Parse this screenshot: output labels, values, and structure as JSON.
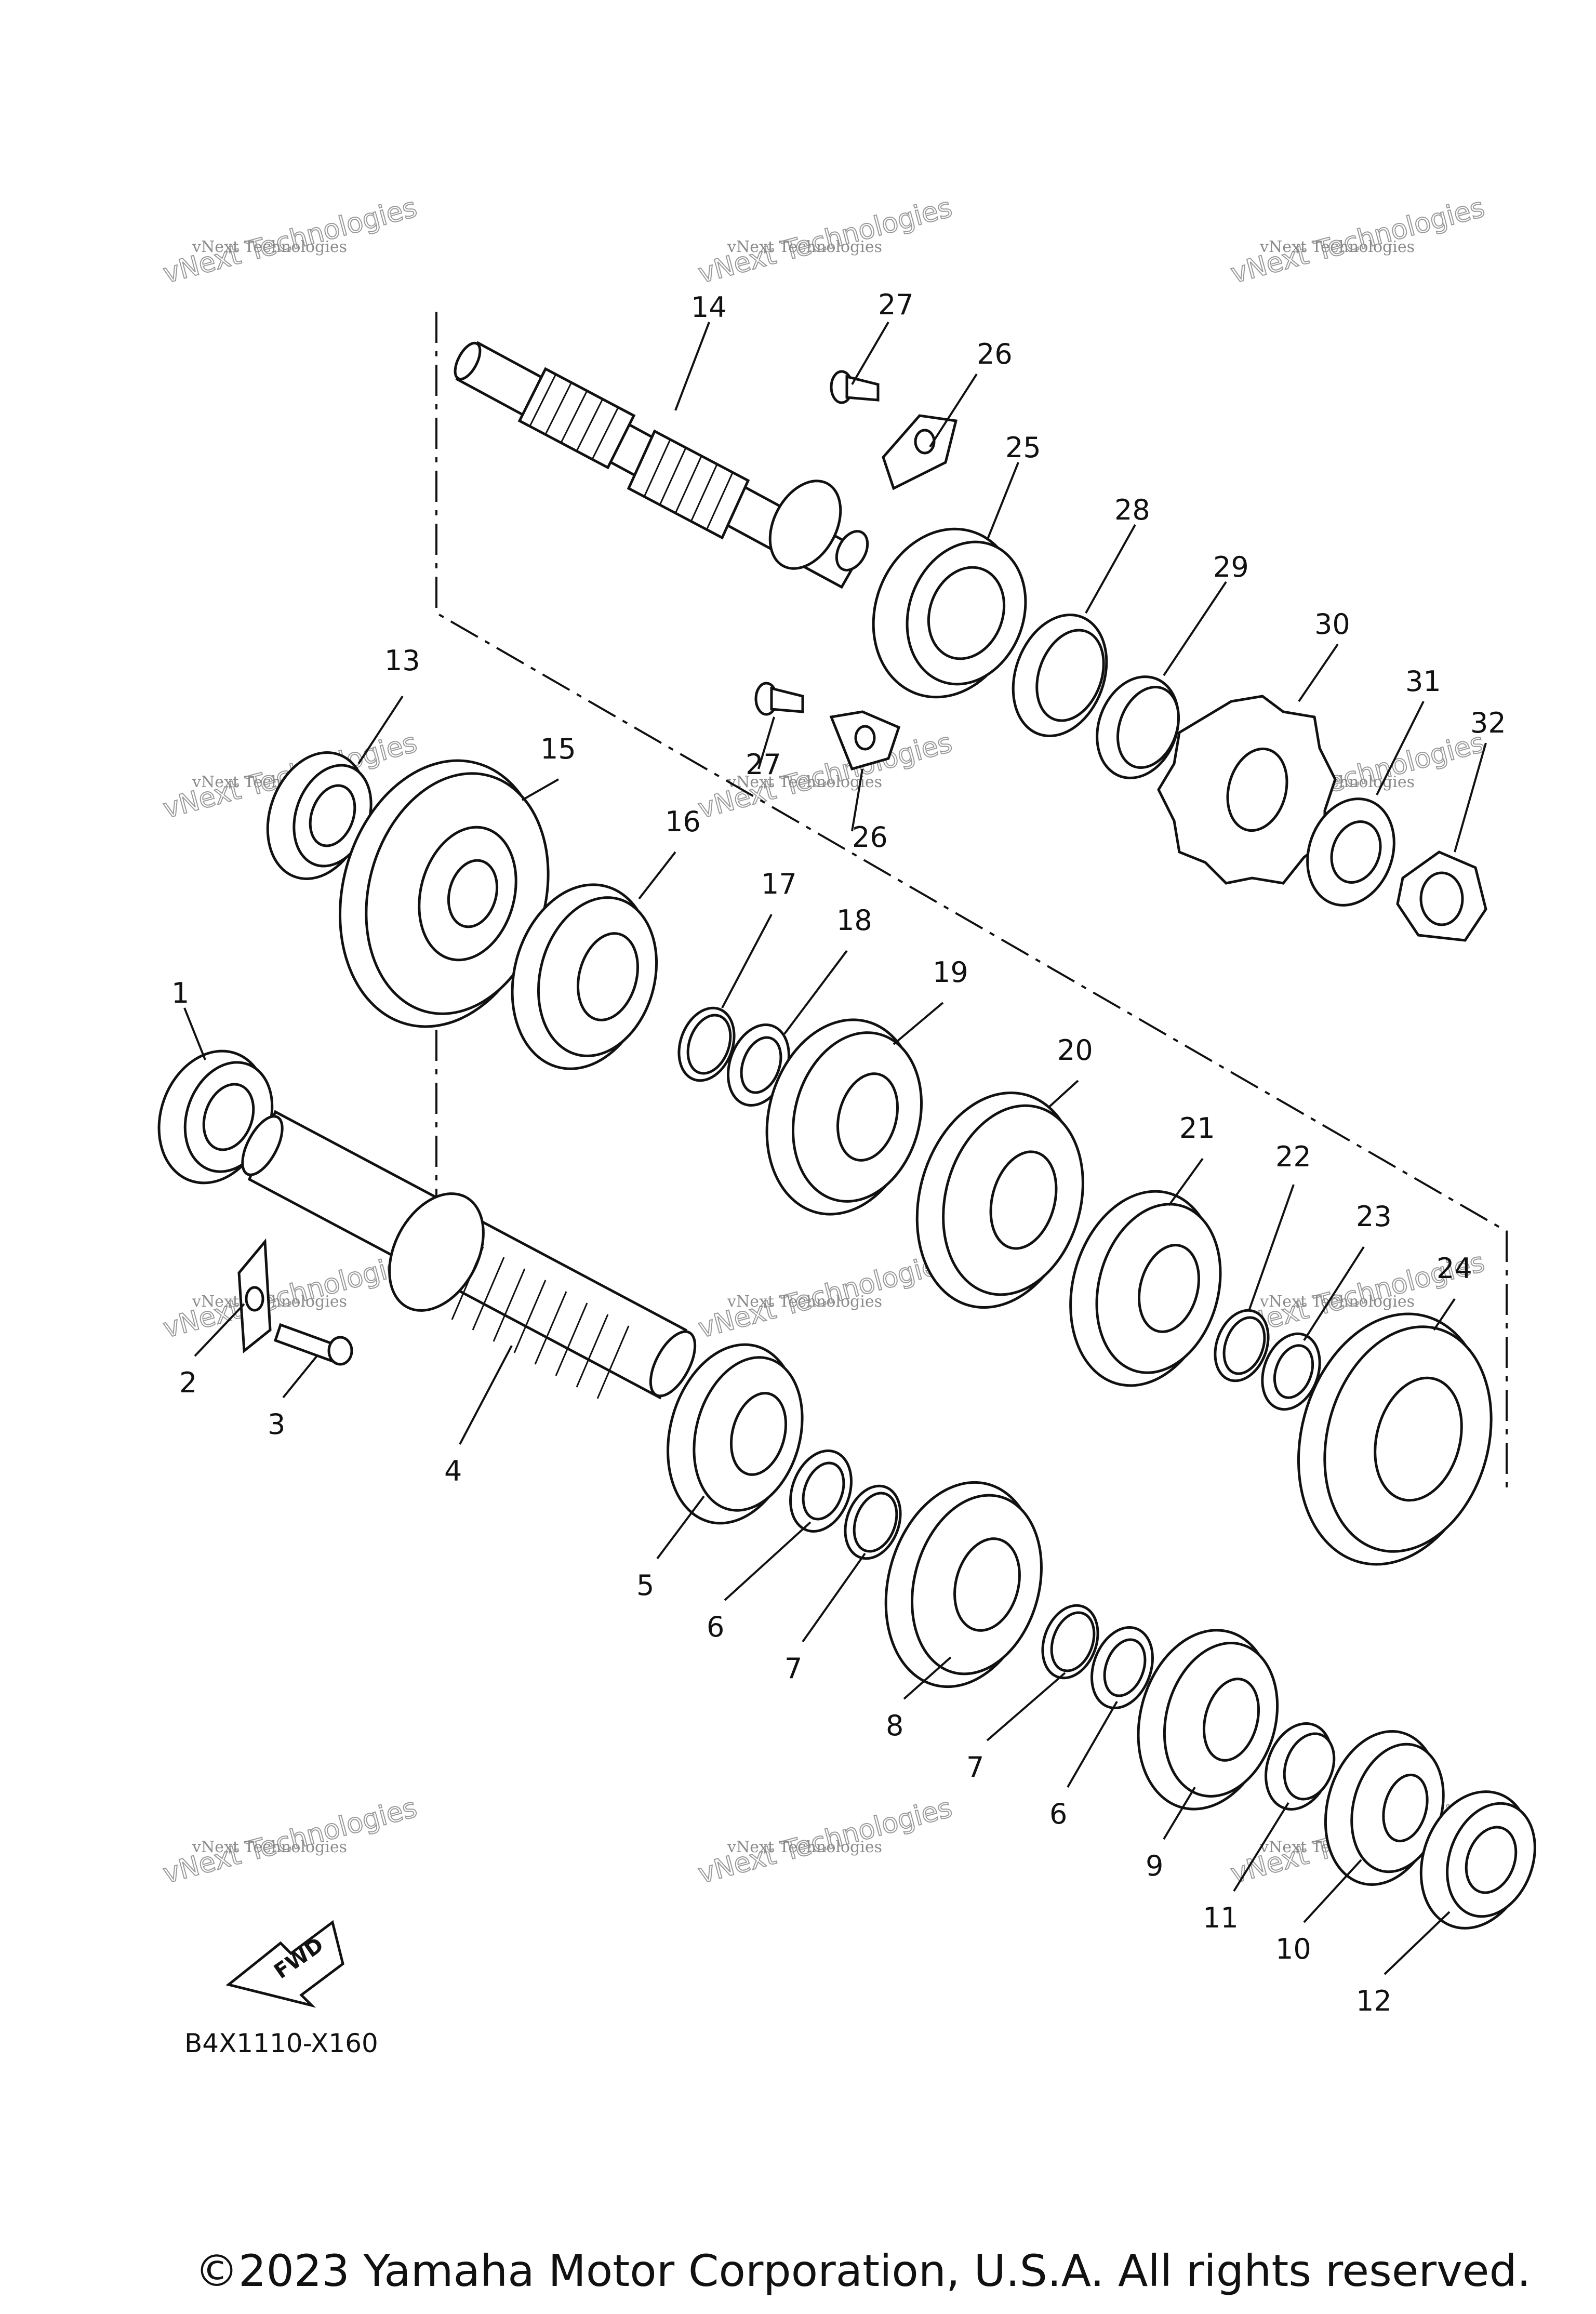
{
  "diagram": {
    "code": "B4X1110-X160",
    "fwd_label": "FWD",
    "copyright": "©2023 Yamaha Motor Corporation, U.S.A. All rights reserved.",
    "watermark": {
      "line1": "vNext Technologies",
      "line2": "vNext Technologies"
    }
  },
  "parts": [
    {
      "id": "1"
    },
    {
      "id": "2"
    },
    {
      "id": "3"
    },
    {
      "id": "4"
    },
    {
      "id": "5"
    },
    {
      "id": "6"
    },
    {
      "id": "7"
    },
    {
      "id": "8"
    },
    {
      "id": "7"
    },
    {
      "id": "6"
    },
    {
      "id": "9"
    },
    {
      "id": "11"
    },
    {
      "id": "10"
    },
    {
      "id": "12"
    },
    {
      "id": "13"
    },
    {
      "id": "14"
    },
    {
      "id": "15"
    },
    {
      "id": "16"
    },
    {
      "id": "17"
    },
    {
      "id": "18"
    },
    {
      "id": "19"
    },
    {
      "id": "20"
    },
    {
      "id": "21"
    },
    {
      "id": "22"
    },
    {
      "id": "23"
    },
    {
      "id": "24"
    },
    {
      "id": "25"
    },
    {
      "id": "26"
    },
    {
      "id": "27"
    },
    {
      "id": "26"
    },
    {
      "id": "27"
    },
    {
      "id": "28"
    },
    {
      "id": "29"
    },
    {
      "id": "30"
    },
    {
      "id": "31"
    },
    {
      "id": "32"
    }
  ]
}
